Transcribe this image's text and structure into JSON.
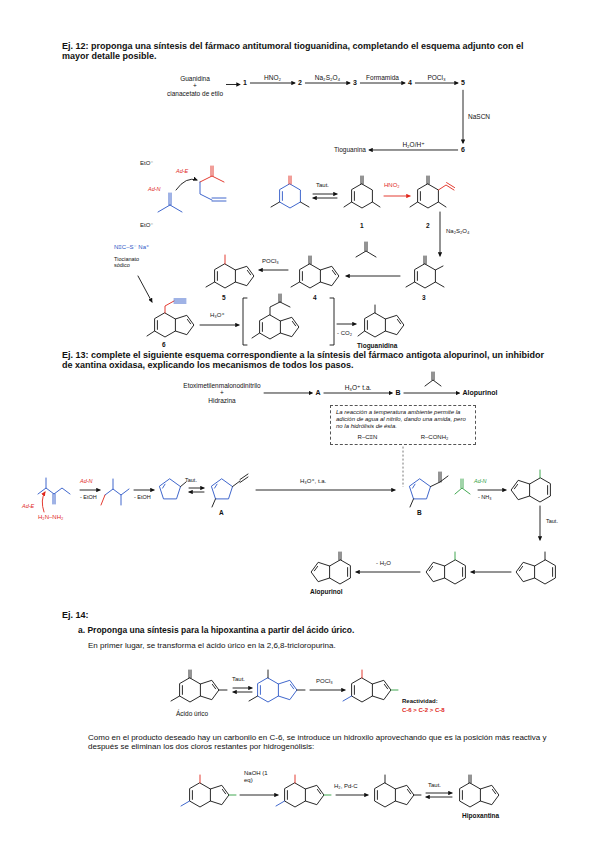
{
  "diagram": {
    "nodes": [
      {
        "text": [
          "Guanidina",
          "+",
          "cianacetato de etilo"
        ]
      },
      {
        "text": [
          "1"
        ]
      },
      {
        "text": [
          "2"
        ]
      },
      {
        "text": [
          "3"
        ]
      },
      {
        "text": [
          "4"
        ]
      },
      {
        "text": [
          "5"
        ]
      },
      {
        "text": [
          "6"
        ]
      },
      {
        "text": [
          "Tioguanina"
        ]
      },
      {
        "text": [
          "Etoximetilenmalonodinitrilo",
          "+",
          "Hidrazina"
        ]
      },
      {
        "text": [
          "A"
        ]
      },
      {
        "text": [
          "B"
        ]
      },
      {
        "text": [
          "Alopurinol"
        ]
      },
      {
        "text": [
          "La reacción a temperatura ambiente permite la adición de agua al nitrilo, dando una amida, pero no la hidrólisis de ésta.",
          "R–C≡N",
          "R–CONH₂"
        ]
      }
    ],
    "edges": [
      {
        "from": 0,
        "to": 1,
        "arrow": "to"
      },
      {
        "from": 1,
        "to": 2,
        "label": "HNO₂",
        "arrow": "to"
      },
      {
        "from": 2,
        "to": 3,
        "label": "Na₂S₂O₄",
        "arrow": "to"
      },
      {
        "from": 3,
        "to": 4,
        "label": "Formamida",
        "arrow": "to"
      },
      {
        "from": 4,
        "to": 5,
        "label": "POCl₃",
        "arrow": "to"
      },
      {
        "from": 5,
        "to": 6,
        "label": "NaSCN",
        "arrow": "to"
      },
      {
        "from": 6,
        "to": 7,
        "label": "H₂O/H⁺",
        "arrow": "to"
      },
      {
        "from": 8,
        "to": 9,
        "arrow": "to"
      },
      {
        "from": 9,
        "to": 10,
        "label": "H₃O⁺ t.a.",
        "arrow": "to"
      },
      {
        "from": 10,
        "to": 11,
        "arrow": "to"
      }
    ],
    "labels": [
      "Ej. 12: proponga una síntesis del fármaco antitumoral tioguanidina, completando el esquema adjunto con el mayor detalle posible.",
      "EtO⁻",
      "Ad-E",
      "Ad-N",
      "EtO⁻",
      "Taut.",
      "1",
      "HNO₂",
      "2",
      "Na₂S₂O₄",
      "3",
      "4",
      "POCl₃",
      "5",
      "N≡C–S⁻ Na⁺",
      "Tiocianato sódico",
      "6",
      "H₃O⁺",
      "- CO₂",
      "Tioguanidina",
      "Ej. 13: complete el siguiente esquema correspondiente a la síntesis del fármaco antigota alopurinol, un inhibidor de xantina oxidasa, explicando los mecanismos de todos los pasos.",
      "Ad-E",
      "H₂N–NH₂",
      "Ad-N",
      "- EtOH",
      "- EtOH",
      "Taut.",
      "A",
      "H₃O⁺, t.a.",
      "B",
      "Ad-N",
      "- NH₃",
      "Taut.",
      "- H₂O",
      "Alopurinol",
      "Ej. 14:",
      "a. Proponga una síntesis para la hipoxantina a partir del ácido úrico.",
      "En primer lugar, se transforma el ácido úrico en la 2,6,8-tricloropurina.",
      "Ácido úrico",
      "Taut.",
      "POCl₃",
      "Reactividad:",
      "C-6 > C-2 > C-8",
      "Como en el producto deseado hay un carbonilo en C-6, se introduce un hidroxilo aprovechando que es la posición más reactiva y después se eliminan los dos cloros restantes por hidrogenólisis:",
      "NaOH (1 eq)",
      "H₂, Pd-C",
      "Taut.",
      "Hipoxantina"
    ]
  }
}
